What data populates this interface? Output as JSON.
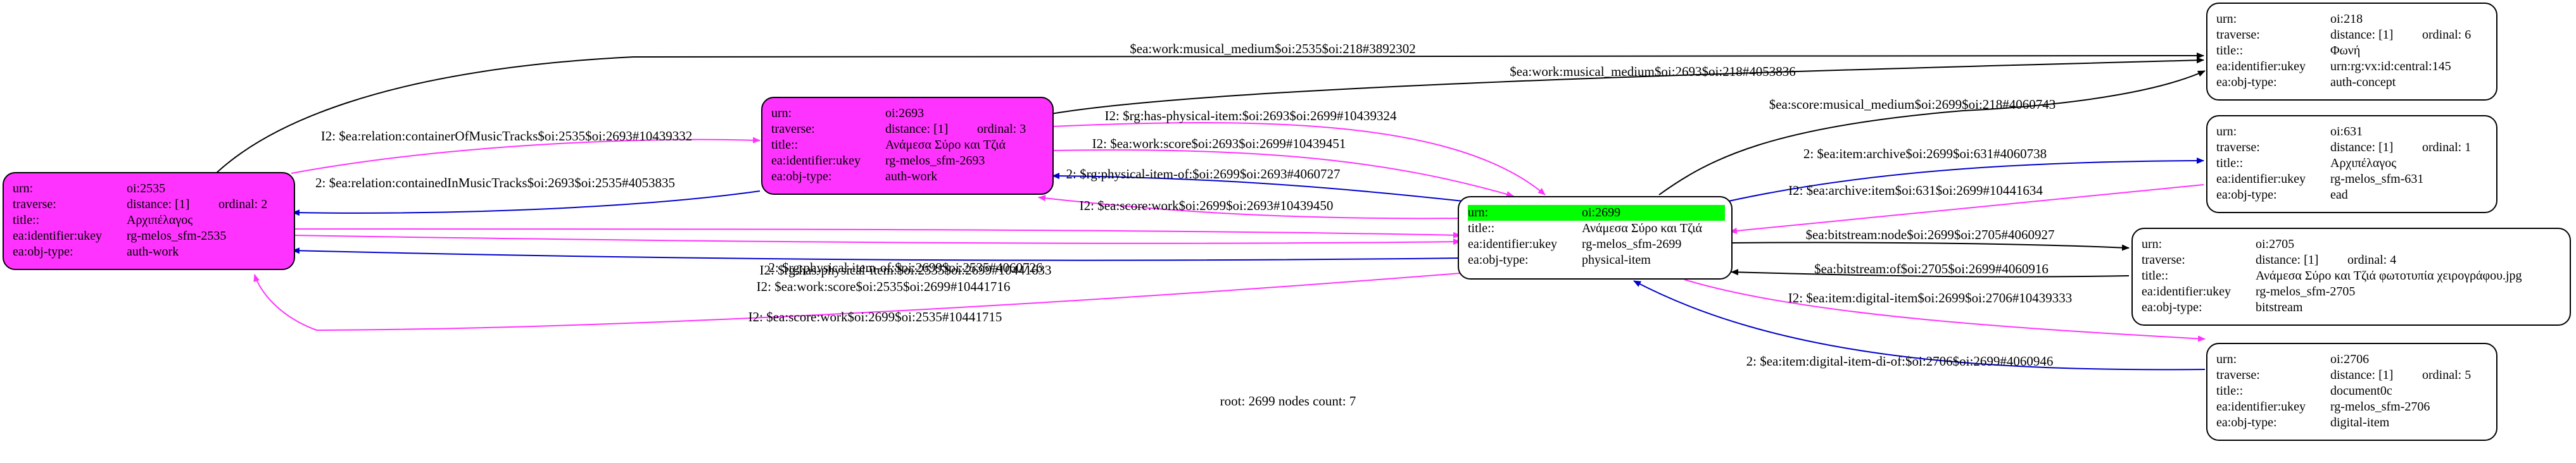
{
  "nodes": {
    "n2535": {
      "urn_label": "urn:",
      "urn": "oi:2535",
      "traverse_label": "traverse:",
      "distance": "distance: [1]",
      "ordinal": "ordinal: 2",
      "title_label": "title::",
      "title": "Αρχιπέλαγος",
      "ukey_label": "ea:identifier:ukey",
      "ukey": "rg-melos_sfm-2535",
      "objtype_label": "ea:obj-type:",
      "objtype": "auth-work"
    },
    "n2693": {
      "urn_label": "urn:",
      "urn": "oi:2693",
      "traverse_label": "traverse:",
      "distance": "distance: [1]",
      "ordinal": "ordinal: 3",
      "title_label": "title::",
      "title": "Ανάμεσα Σύρο και Τζιά",
      "ukey_label": "ea:identifier:ukey",
      "ukey": "rg-melos_sfm-2693",
      "objtype_label": "ea:obj-type:",
      "objtype": "auth-work"
    },
    "n2699": {
      "urn_label": "urn:",
      "urn": "oi:2699",
      "title_label": "title::",
      "title": "Ανάμεσα Σύρο και Τζιά",
      "ukey_label": "ea:identifier:ukey",
      "ukey": "rg-melos_sfm-2699",
      "objtype_label": "ea:obj-type:",
      "objtype": "physical-item"
    },
    "n218": {
      "urn_label": "urn:",
      "urn": "oi:218",
      "traverse_label": "traverse:",
      "distance": "distance: [1]",
      "ordinal": "ordinal: 6",
      "title_label": "title::",
      "title": "Φωνή",
      "ukey_label": "ea:identifier:ukey",
      "ukey": "urn:rg:vx:id:central:145",
      "objtype_label": "ea:obj-type:",
      "objtype": "auth-concept"
    },
    "n631": {
      "urn_label": "urn:",
      "urn": "oi:631",
      "traverse_label": "traverse:",
      "distance": "distance: [1]",
      "ordinal": "ordinal: 1",
      "title_label": "title::",
      "title": "Αρχιπέλαγος",
      "ukey_label": "ea:identifier:ukey",
      "ukey": "rg-melos_sfm-631",
      "objtype_label": "ea:obj-type:",
      "objtype": "ead"
    },
    "n2705": {
      "urn_label": "urn:",
      "urn": "oi:2705",
      "traverse_label": "traverse:",
      "distance": "distance: [1]",
      "ordinal": "ordinal: 4",
      "title_label": "title::",
      "title": "Ανάμεσα Σύρο και Τζιά φωτοτυπία χειρογράφου.jpg",
      "ukey_label": "ea:identifier:ukey",
      "ukey": "rg-melos_sfm-2705",
      "objtype_label": "ea:obj-type:",
      "objtype": "bitstream"
    },
    "n2706": {
      "urn_label": "urn:",
      "urn": "oi:2706",
      "traverse_label": "traverse:",
      "distance": "distance: [1]",
      "ordinal": "ordinal: 5",
      "title_label": "title::",
      "title": "document0c",
      "ukey_label": "ea:identifier:ukey",
      "ukey": "rg-melos_sfm-2706",
      "objtype_label": "ea:obj-type:",
      "objtype": "digital-item"
    }
  },
  "edges": [
    {
      "label": "$ea:work:musical_medium$oi:2535$oi:218#3892302",
      "color": "#000000"
    },
    {
      "label": "$ea:work:musical_medium$oi:2693$oi:218#4053836",
      "color": "#000000"
    },
    {
      "label": "$ea:score:musical_medium$oi:2699$oi:218#4060743",
      "color": "#000000"
    },
    {
      "label": "I2: $ea:relation:containerOfMusicTracks$oi:2535$oi:2693#10439332",
      "color": "#ff33ff"
    },
    {
      "label": "2: $ea:relation:containedInMusicTracks$oi:2693$oi:2535#4053835",
      "color": "#0000cc"
    },
    {
      "label": "I2: $rg:has-physical-item:$oi:2693$oi:2699#10439324",
      "color": "#ff33ff"
    },
    {
      "label": "I2: $ea:work:score$oi:2693$oi:2699#10439451",
      "color": "#ff33ff"
    },
    {
      "label": "2: $rg:physical-item-of:$oi:2699$oi:2693#4060727",
      "color": "#0000cc"
    },
    {
      "label": "I2: $ea:score:work$oi:2699$oi:2693#10439450",
      "color": "#ff33ff"
    },
    {
      "label": "I2: $rg:has-physical-item:$oi:2535$oi:2699#10441633",
      "color": "#ff33ff"
    },
    {
      "label": "I2: $ea:work:score$oi:2535$oi:2699#10441716",
      "color": "#ff33ff"
    },
    {
      "label": "2: $rg:physical-item-of:$oi:2699$oi:2535#4060726",
      "color": "#0000cc"
    },
    {
      "label": "I2: $ea:score:work$oi:2699$oi:2535#10441715",
      "color": "#ff33ff"
    },
    {
      "label": "2: $ea:item:archive$oi:2699$oi:631#4060738",
      "color": "#0000cc"
    },
    {
      "label": "I2: $ea:archive:item$oi:631$oi:2699#10441634",
      "color": "#ff33ff"
    },
    {
      "label": "$ea:bitstream:node$oi:2699$oi:2705#4060927",
      "color": "#000000"
    },
    {
      "label": "$ea:bitstream:of$oi:2705$oi:2699#4060916",
      "color": "#000000"
    },
    {
      "label": "I2: $ea:item:digital-item$oi:2699$oi:2706#10439333",
      "color": "#ff33ff"
    },
    {
      "label": "2: $ea:item:digital-item-di-of:$oi:2706$oi:2699#4060946",
      "color": "#0000cc"
    }
  ],
  "footer": "root: 2699 nodes count: 7"
}
